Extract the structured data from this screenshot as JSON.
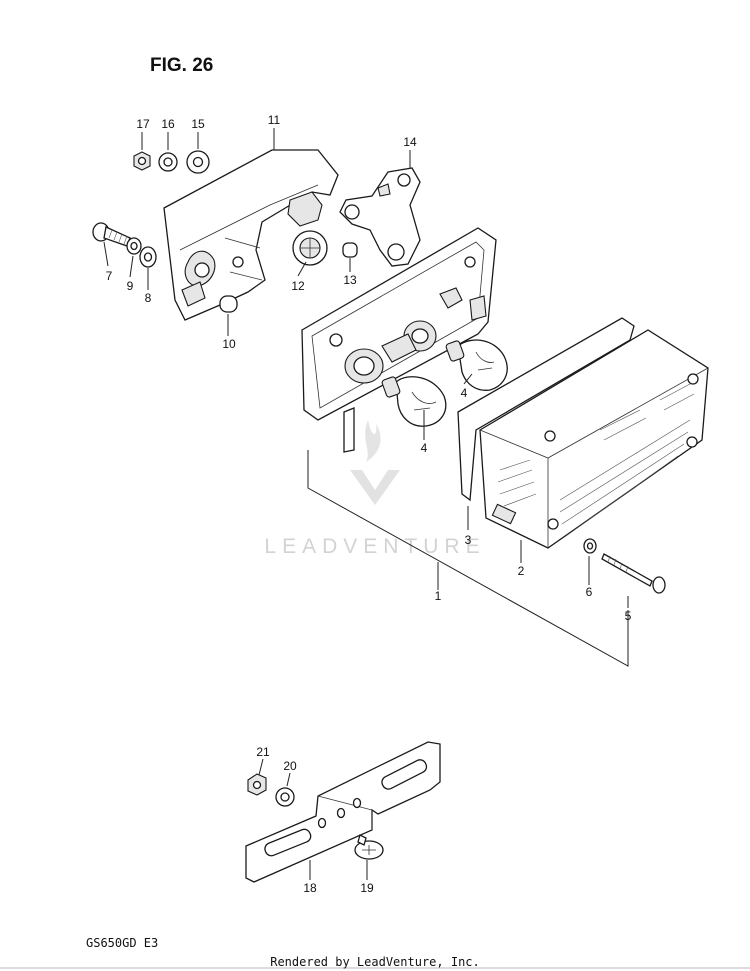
{
  "figure": {
    "title": "FIG. 26",
    "model_code": "GS650GD  E3",
    "footer": "Rendered by LeadVenture, Inc.",
    "watermark": "LEADVENTURE"
  },
  "callouts": [
    "1",
    "2",
    "3",
    "4",
    "4",
    "5",
    "6",
    "7",
    "8",
    "9",
    "10",
    "11",
    "12",
    "13",
    "14",
    "15",
    "16",
    "17",
    "18",
    "19",
    "20",
    "21"
  ]
}
